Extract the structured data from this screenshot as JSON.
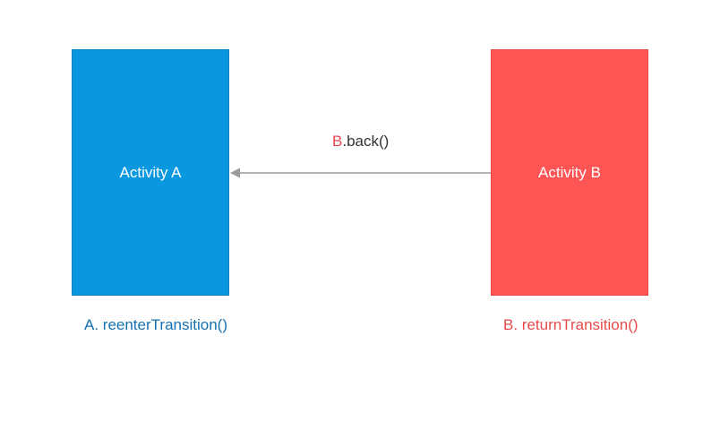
{
  "activity_a": {
    "label": "Activity A",
    "caption": "A. reenterTransition()",
    "color": "#0998e0",
    "caption_color": "#1671b0"
  },
  "activity_b": {
    "label": "Activity B",
    "caption": "B. returnTransition()",
    "color": "#ff5454",
    "caption_color": "#e8494b"
  },
  "arrow": {
    "label_prefix": "B",
    "label_suffix": ".back()",
    "direction": "from Activity B to Activity A",
    "color": "#9a9a9a"
  }
}
